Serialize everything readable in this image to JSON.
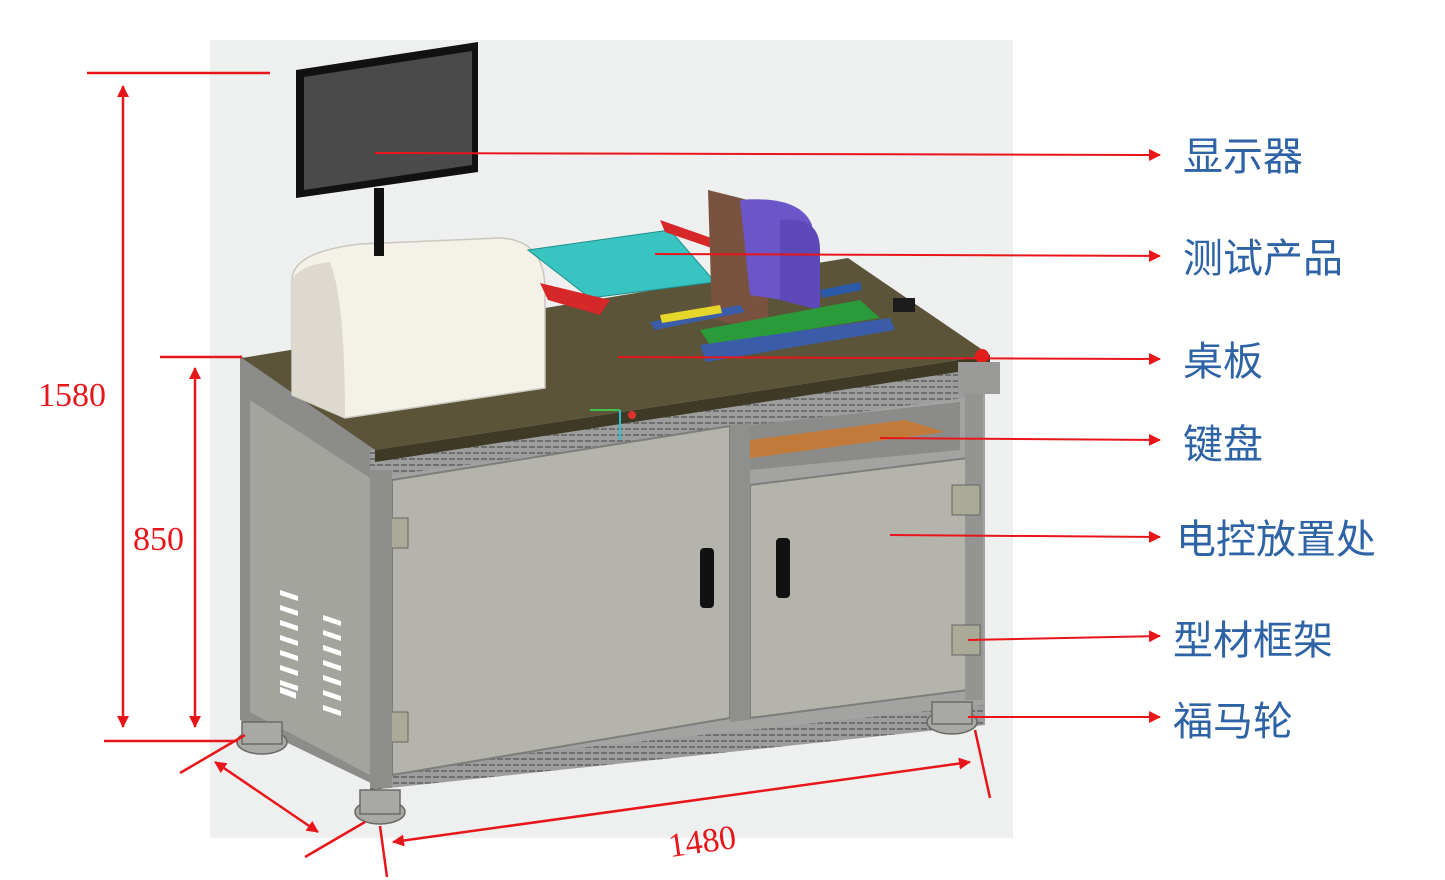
{
  "colors": {
    "dimension": "#e8161b",
    "label": "#2e63a5",
    "tabletop": "#5b5438",
    "cabinet": "#b5b4ac",
    "frame": "#9a9b9a",
    "background_panel": "#eef0ef"
  },
  "dimensions": {
    "total_height": "1580",
    "table_height": "850",
    "length": "1480"
  },
  "callouts": [
    {
      "id": "monitor",
      "label": "显示器"
    },
    {
      "id": "test-product",
      "label": "测试产品"
    },
    {
      "id": "tabletop",
      "label": "桌板"
    },
    {
      "id": "keyboard",
      "label": "键盘"
    },
    {
      "id": "electrical-control",
      "label": "电控放置处"
    },
    {
      "id": "profile-frame",
      "label": "型材框架"
    },
    {
      "id": "fuma-wheel",
      "label": "福马轮"
    }
  ]
}
